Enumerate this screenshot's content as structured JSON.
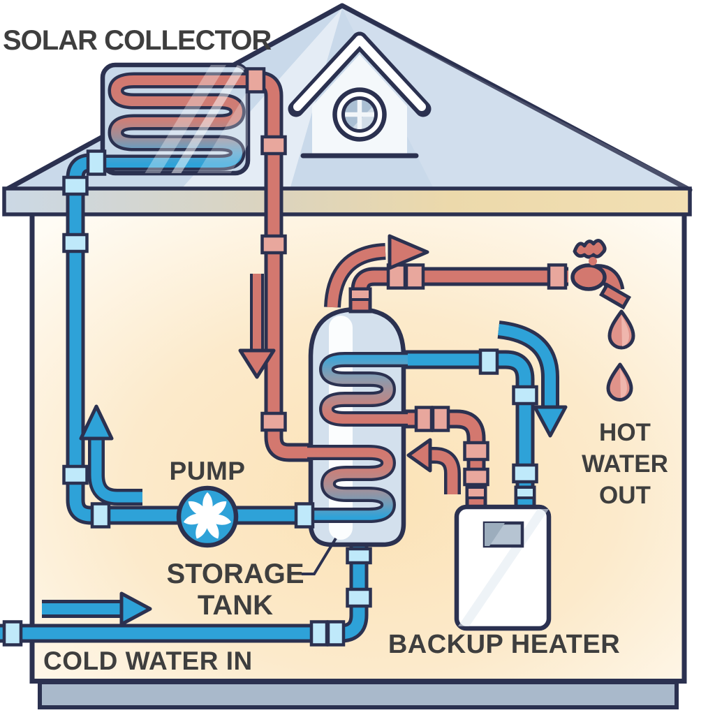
{
  "title": "Solar water heating system diagram",
  "labels": {
    "solar_collector": "SOLAR COLLECTOR",
    "pump": "PUMP",
    "storage_tank": [
      "STORAGE",
      "TANK"
    ],
    "backup_heater": "BACKUP HEATER",
    "cold_water_in": "COLD WATER IN",
    "hot_water_out": [
      "HOT",
      "WATER",
      "OUT"
    ]
  },
  "icons": {
    "pump": "impeller-icon",
    "faucet": "faucet-icon",
    "faucet_handle": "faucet-handle-icon",
    "drops": "water-drop-icon",
    "window": "round-window-icon",
    "arrows": [
      "flow-arrow-down-red",
      "flow-arrow-out-red",
      "flow-arrow-return-red",
      "flow-arrow-up-blue",
      "flow-arrow-down-blue",
      "flow-arrow-in-blue"
    ]
  },
  "colors": {
    "hot_pipe": "#d3786f",
    "hot_coupling": "#e8a79d",
    "cold_pipe": "#2ea2d8",
    "cold_coupling": "#bfe9fa",
    "outline": "#2b3150",
    "label_text": "#3e3e3e",
    "roof": "#c9d9ea",
    "eave_warm": "#f2dfb3",
    "interior_glow": "#fbe2b6",
    "tank_body": "#d3e0ed",
    "foundation": "#a9b9cb",
    "heater_display": "#b6c4d2"
  }
}
